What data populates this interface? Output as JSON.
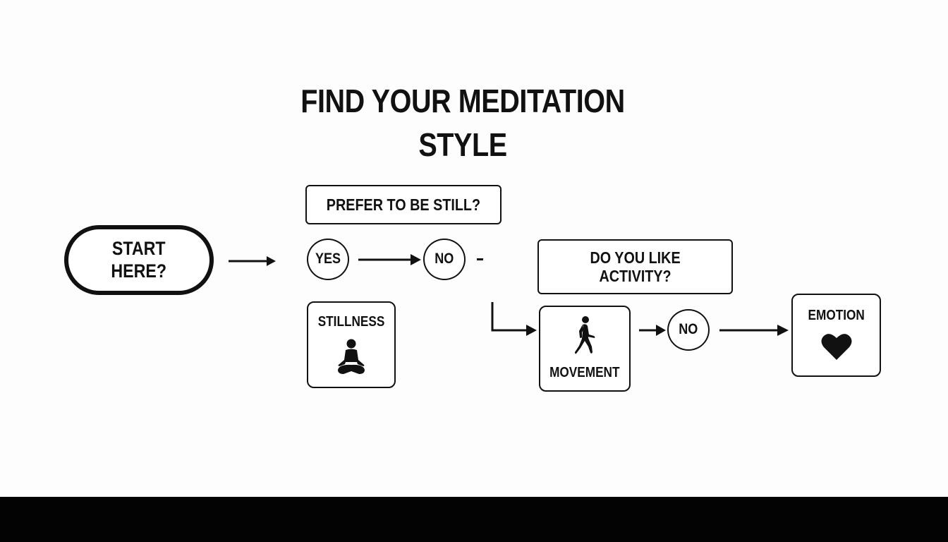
{
  "diagram": {
    "title": "FIND YOUR MEDITATION STYLE",
    "nodes": {
      "start": {
        "line1": "START",
        "line2": "HERE?",
        "shape": "pill"
      },
      "question_still": {
        "label": "PREFER TO BE STILL?",
        "shape": "rounded-rect"
      },
      "answer_yes": {
        "label": "YES",
        "shape": "circle"
      },
      "answer_no_1": {
        "label": "NO",
        "shape": "circle"
      },
      "question_activity": {
        "line1": "DO YOU LIKE",
        "line2": "ACTIVITY?",
        "shape": "rounded-rect"
      },
      "result_stillness": {
        "label": "STILLNESS",
        "icon": "meditation-figure-icon",
        "shape": "rounded-square"
      },
      "result_movement": {
        "label": "MOVEMENT",
        "icon": "walking-figure-icon",
        "shape": "rounded-square"
      },
      "answer_no_2": {
        "label": "NO",
        "shape": "circle"
      },
      "result_emotion": {
        "label": "EMOTION",
        "icon": "heart-icon",
        "shape": "rounded-square"
      }
    },
    "edges": [
      {
        "from": "start",
        "to": "answer_yes"
      },
      {
        "from": "answer_yes",
        "to": "answer_no_1"
      },
      {
        "from": "answer_no_1",
        "to": "result_movement",
        "style": "elbow"
      },
      {
        "from": "result_movement",
        "to": "answer_no_2"
      },
      {
        "from": "answer_no_2",
        "to": "result_emotion"
      }
    ],
    "colors": {
      "background": "#fdfdfd",
      "stroke": "#111111",
      "bottom_bar": "#030303"
    }
  }
}
